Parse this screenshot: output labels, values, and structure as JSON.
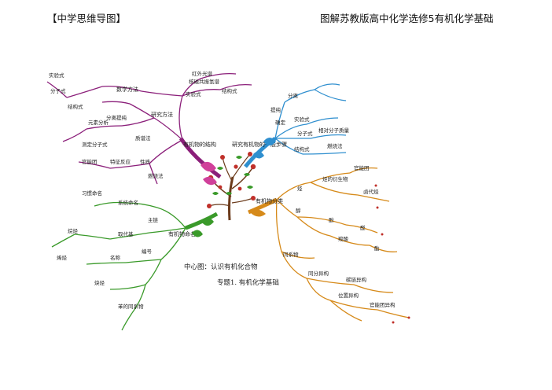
{
  "header": {
    "left_title": "【中学思维导图】",
    "right_title": "图解苏教版高中化学选修5有机化学基础"
  },
  "mind_map": {
    "center_label": "中心图：认识有机化合物",
    "subtitle": "专题1. 有机化学基础",
    "branches": [
      {
        "name": "purple-branch",
        "label": "有机物的结构",
        "color": "#8b1f7a",
        "items": [
          "数学方法",
          "研究方法",
          "分离提纯",
          "元素分析",
          "测定分子式",
          "质谱法",
          "核磁共振氢谱",
          "红外光谱",
          "实验式",
          "结构式"
        ]
      },
      {
        "name": "blue-branch",
        "label": "研究有机物的一般步骤",
        "color": "#2f8fcf",
        "items": [
          "分离",
          "提纯",
          "确定",
          "实验式",
          "分子式",
          "结构式",
          "燃烧法",
          "相对分子质量"
        ]
      },
      {
        "name": "orange-branch",
        "label": "有机物分类",
        "color": "#d68a1a",
        "items": [
          "烃",
          "烃的衍生物",
          "官能团",
          "卤代烃",
          "醇",
          "酚",
          "醛",
          "羧酸",
          "酯",
          "同系物",
          "同分异构",
          "碳链异构",
          "位置异构",
          "官能团异构"
        ]
      },
      {
        "name": "green-branch",
        "label": "有机物命名",
        "color": "#3a9a2a",
        "items": [
          "习惯命名",
          "系统命名",
          "主链",
          "取代基",
          "编号",
          "名称",
          "烷烃",
          "烯烃",
          "炔烃",
          "苯的同系物"
        ]
      }
    ]
  },
  "colors": {
    "purple": "#8b1f7a",
    "blue": "#2f8fcf",
    "orange": "#d68a1a",
    "green": "#3a9a2a",
    "red": "#c0302a",
    "ink": "#222222"
  }
}
